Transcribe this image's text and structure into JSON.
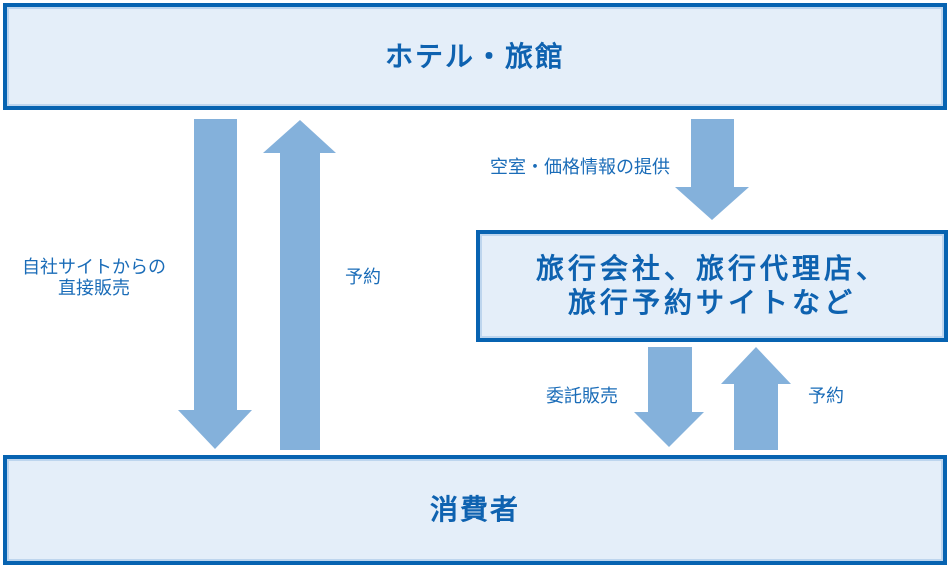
{
  "diagram": {
    "boxes": {
      "hotel": {
        "label": "ホテル・旅館"
      },
      "agency": {
        "line1": "旅行会社、旅行代理店、",
        "line2": "旅行予約サイトなど"
      },
      "consumer": {
        "label": "消費者"
      }
    },
    "labels": {
      "vacancy_info": "空室・価格情報の提供",
      "direct_sales_line1": "自社サイトからの",
      "direct_sales_line2": "直接販売",
      "reservation_left": "予約",
      "consignment": "委託販売",
      "reservation_right": "予約"
    },
    "colors": {
      "box_border": "#0763b1",
      "box_fill": "#e4eef9",
      "arrow_fill": "#84b1db",
      "title_text": "#0e62b0",
      "label_text": "#1a6cb8"
    }
  }
}
